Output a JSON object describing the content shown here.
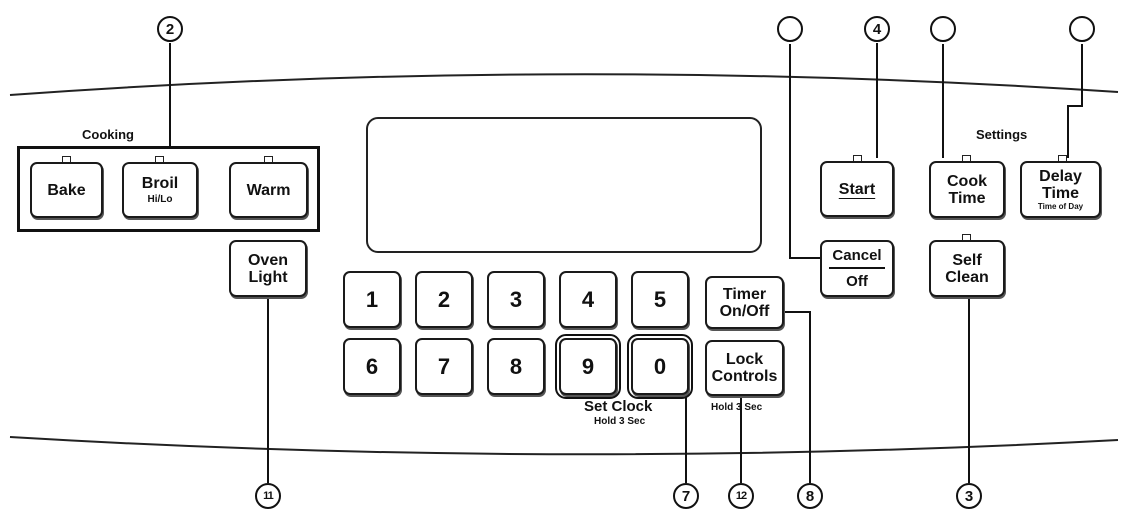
{
  "labels": {
    "cooking": "Cooking",
    "settings": "Settings",
    "set_clock": "Set Clock",
    "set_clock_hold": "Hold 3 Sec",
    "lock_hold": "Hold 3 Sec"
  },
  "buttons": {
    "bake": "Bake",
    "broil": "Broil",
    "broil_sub": "Hi/Lo",
    "warm": "Warm",
    "oven_light_1": "Oven",
    "oven_light_2": "Light",
    "start": "Start",
    "cancel": "Cancel",
    "off": "Off",
    "cook_time_1": "Cook",
    "cook_time_2": "Time",
    "delay_time_1": "Delay",
    "delay_time_2": "Time",
    "delay_time_sub": "Time of Day",
    "self_clean_1": "Self",
    "self_clean_2": "Clean",
    "timer_1": "Timer",
    "timer_2": "On/Off",
    "lock_1": "Lock",
    "lock_2": "Controls"
  },
  "keypad": [
    "1",
    "2",
    "3",
    "4",
    "5",
    "6",
    "7",
    "8",
    "9",
    "0"
  ],
  "callouts": {
    "c2": "2",
    "c4": "4",
    "c11": "11",
    "c7": "7",
    "c12": "12",
    "c8": "8",
    "c3": "3",
    "blank_a": "",
    "blank_b": "",
    "blank_c": ""
  }
}
